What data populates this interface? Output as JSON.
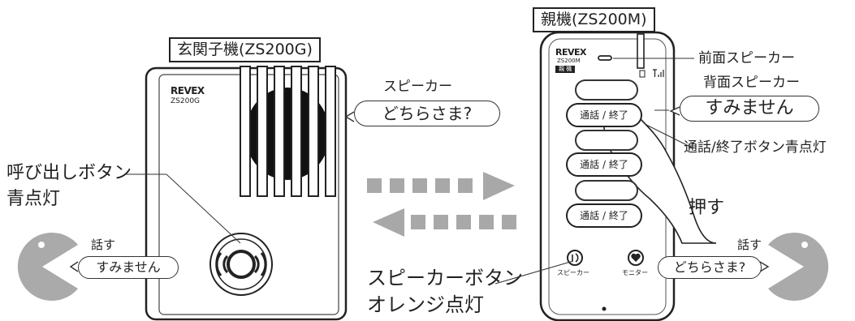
{
  "door_unit": {
    "title": "玄関子機(ZS200G)",
    "brand": "REVEX",
    "model": "ZS200G"
  },
  "main_unit": {
    "title": "親機(ZS200M)",
    "brand": "REVEX",
    "model": "ZS200M",
    "tag": "親 機",
    "buttons": [
      "通話 / 終了",
      "通話 / 終了",
      "通話 / 終了"
    ],
    "speaker_button_label": "スピーカー",
    "monitor_button_label": "モニター"
  },
  "callouts": {
    "door_speaker": "スピーカー",
    "door_speech": "どちらさま?",
    "call_button": [
      "呼び出しボタン",
      "青点灯"
    ],
    "front_speaker": "前面スピーカー",
    "rear_speaker": "背面スピーカー",
    "rear_speech": "すみません",
    "talk_button": "通話/終了ボタン青点灯",
    "press": "押す",
    "speaker_button": [
      "スピーカーボタン",
      "オレンジ点灯"
    ]
  },
  "visitor": {
    "talk": "話す",
    "speech": "すみません"
  },
  "resident": {
    "talk": "話す",
    "speech": "どちらさま?"
  }
}
